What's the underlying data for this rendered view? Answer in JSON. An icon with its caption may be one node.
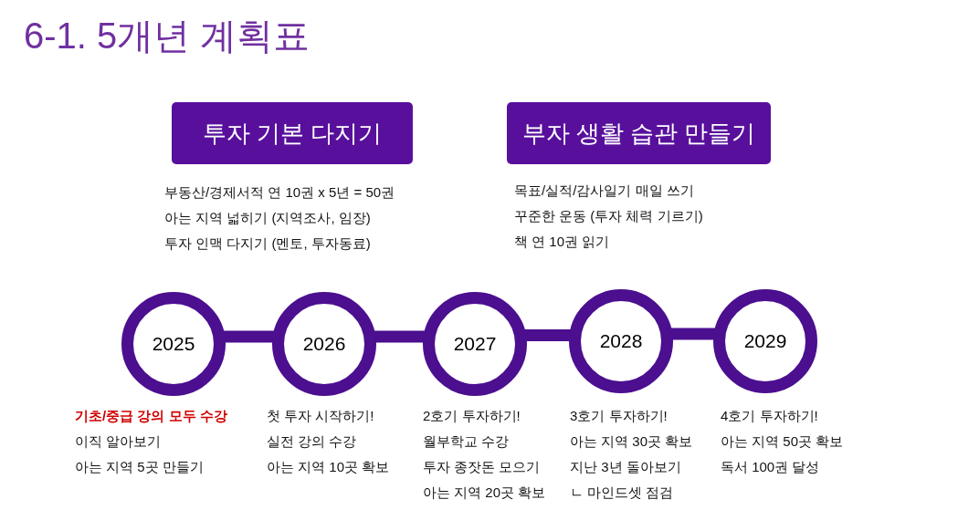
{
  "diagram": {
    "title": "6-1. 5개년 계획표",
    "nodes": [
      {
        "text": [
          "투자 기본 다지기"
        ],
        "beside": [
          "부동산/경제서적 연 10권 x 5년 = 50권",
          "아는 지역 넓히기 (지역조사, 임장)",
          "투자 인맥 다지기 (멘토, 투자동료)"
        ]
      },
      {
        "text": [
          "부자 생활 습관 만들기"
        ],
        "beside": [
          "목표/실적/감사일기 매일 쓰기",
          "꾸준한 운동 (투자 체력 기르기)",
          "책 연 10권 읽기"
        ]
      },
      {
        "text": [
          "2025"
        ],
        "beside": [
          "기초/중급 강의 모두 수강",
          "이직 알아보기",
          "아는 지역 5곳 만들기"
        ]
      },
      {
        "text": [
          "2026"
        ],
        "beside": [
          "첫 투자 시작하기!",
          "실전 강의 수강",
          "아는 지역 10곳 확보"
        ]
      },
      {
        "text": [
          "2027"
        ],
        "beside": [
          "2호기 투자하기!",
          "월부학교 수강",
          "투자 종잣돈 모으기",
          "아는 지역 20곳 확보"
        ]
      },
      {
        "text": [
          "2028"
        ],
        "beside": [
          "3호기 투자하기!",
          "아는 지역 30곳 확보",
          "지난 3년 돌아보기",
          "ㄴ 마인드셋 점검"
        ]
      },
      {
        "text": [
          "2029"
        ],
        "beside": [
          "4호기 투자하기!",
          "아는 지역 50곳 확보",
          "독서 100권 달성"
        ]
      }
    ],
    "edges": [
      {
        "from": 2,
        "to": 3,
        "arrow": "none"
      },
      {
        "from": 3,
        "to": 4,
        "arrow": "none"
      },
      {
        "from": 4,
        "to": 5,
        "arrow": "none"
      },
      {
        "from": 5,
        "to": 6,
        "arrow": "none"
      }
    ]
  }
}
